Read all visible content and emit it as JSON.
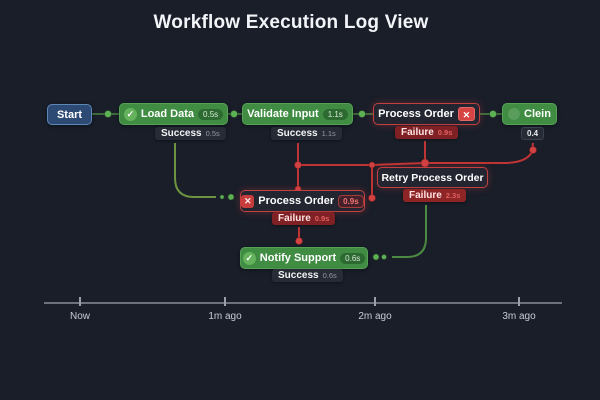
{
  "title": "Workflow Execution Log View",
  "icons": {
    "check": "✓",
    "cross": "✕"
  },
  "colors": {
    "background": "#191e29",
    "success_node": "#3f8c42",
    "failure_border": "#c24040",
    "start_node": "#2c4a73",
    "edge_failure": "#bf3434",
    "edge_success": "#6e9340",
    "success_badge_bg": "#262b35",
    "failure_badge_bg": "#7f2124"
  },
  "nodes": {
    "start": {
      "label": "Start"
    },
    "load_data": {
      "label": "Load Data",
      "duration": "0.5s",
      "status": "Success",
      "status_duration": "0.5s"
    },
    "validate_input": {
      "label": "Validate Input",
      "duration": "1.1s",
      "status": "Success",
      "status_duration": "1.1s"
    },
    "process_order_first": {
      "label": "Process Order",
      "status": "Failure",
      "status_duration": "0.9s"
    },
    "clein": {
      "label": "Clein",
      "duration_badge": "0.4"
    },
    "retry_process_order": {
      "label": "Retry Process Order",
      "status": "Failure",
      "status_duration": "2.3s"
    },
    "process_order_retry": {
      "label": "Process Order",
      "duration": "0.9s",
      "status": "Failure",
      "status_duration": "0.9s"
    },
    "notify_support": {
      "label": "Notify Support",
      "duration": "0.6s",
      "status": "Success",
      "status_duration": "0.6s"
    }
  },
  "timeline": {
    "labels": [
      "Now",
      "1m ago",
      "2m ago",
      "3m ago"
    ]
  }
}
